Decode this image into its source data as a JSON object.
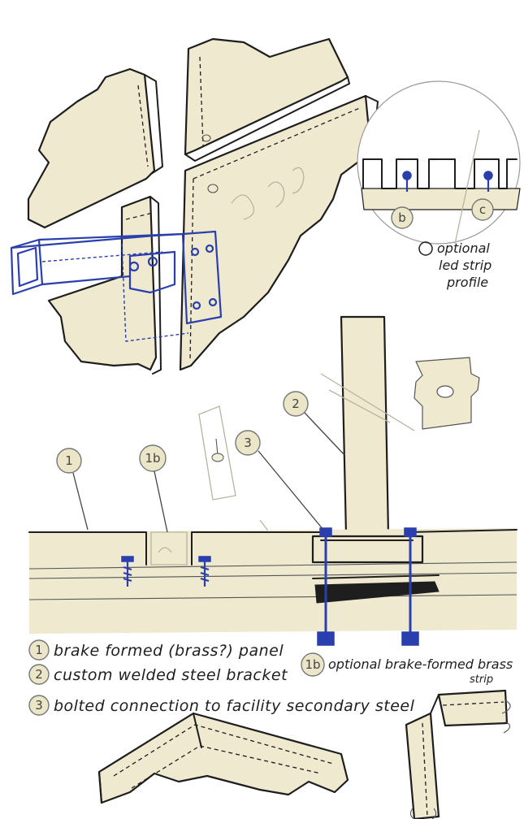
{
  "callouts": {
    "c1": "1",
    "c1b": "1b",
    "c2": "2",
    "c3": "3",
    "cb": "b",
    "cc": "c"
  },
  "legend": {
    "item1": "brake formed (brass?) panel",
    "item2": "custom welded steel bracket",
    "item3": "bolted connection to facility secondary steel",
    "item1b": "optional brake-formed brass",
    "item1b_cont": "strip"
  },
  "note_c": {
    "line1": "optional",
    "line2": "led strip",
    "line3": "profile"
  },
  "colors": {
    "paper": "#efe9cf",
    "ink": "#1e1e1e",
    "blue_ink": "#2a3fae"
  }
}
